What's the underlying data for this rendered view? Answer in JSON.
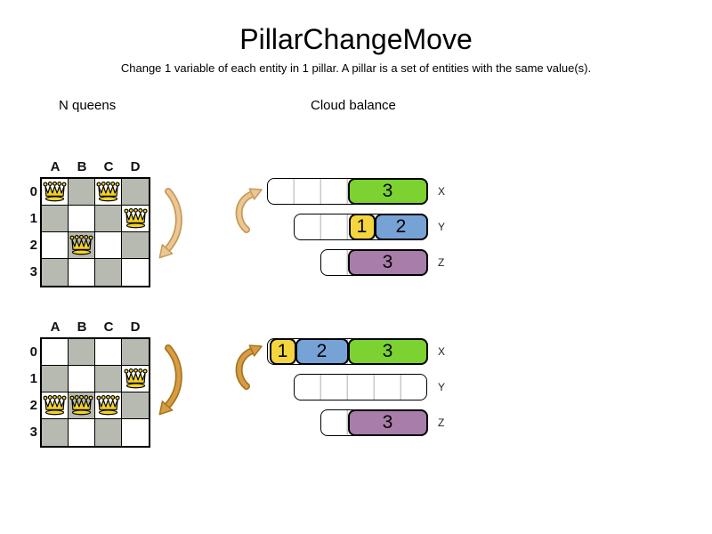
{
  "page": {
    "title": "PillarChangeMove",
    "subtitle": "Change 1 variable of each entity in 1 pillar. A pillar is a set of entities with the same value(s)."
  },
  "nqueens": {
    "section_label": "N queens",
    "columns": [
      "A",
      "B",
      "C",
      "D"
    ],
    "rows": [
      "0",
      "1",
      "2",
      "3"
    ],
    "boards": [
      {
        "id": "before",
        "queens": [
          {
            "col": "A",
            "row": "0"
          },
          {
            "col": "C",
            "row": "0"
          },
          {
            "col": "D",
            "row": "1"
          },
          {
            "col": "B",
            "row": "2"
          }
        ]
      },
      {
        "id": "after",
        "queens": [
          {
            "col": "D",
            "row": "1"
          },
          {
            "col": "A",
            "row": "2"
          },
          {
            "col": "B",
            "row": "2"
          },
          {
            "col": "C",
            "row": "2"
          }
        ]
      }
    ]
  },
  "cloudbalance": {
    "section_label": "Cloud balance",
    "states": [
      {
        "id": "before",
        "computers": [
          {
            "label": "X",
            "capacity": 6,
            "processes": [
              {
                "value": "3",
                "size": 3,
                "color": "green"
              }
            ]
          },
          {
            "label": "Y",
            "capacity": 5,
            "processes": [
              {
                "value": "1",
                "size": 1,
                "color": "yellow"
              },
              {
                "value": "2",
                "size": 2,
                "color": "blue"
              }
            ]
          },
          {
            "label": "Z",
            "capacity": 4,
            "processes": [
              {
                "value": "3",
                "size": 3,
                "color": "purple"
              }
            ]
          }
        ]
      },
      {
        "id": "after",
        "computers": [
          {
            "label": "X",
            "capacity": 6,
            "processes": [
              {
                "value": "1",
                "size": 1,
                "color": "yellow"
              },
              {
                "value": "2",
                "size": 2,
                "color": "blue"
              },
              {
                "value": "3",
                "size": 3,
                "color": "green"
              }
            ]
          },
          {
            "label": "Y",
            "capacity": 5,
            "processes": []
          },
          {
            "label": "Z",
            "capacity": 4,
            "processes": [
              {
                "value": "3",
                "size": 3,
                "color": "purple"
              }
            ]
          }
        ]
      }
    ]
  },
  "icons": {
    "queen": "queen-crown-icon",
    "move_arrow": "curved-move-arrow-icon"
  },
  "colors": {
    "green": "#7bd231",
    "yellow": "#f4d53f",
    "blue": "#77a2d6",
    "purple": "#a87daa",
    "cell_gray": "#b7bab0",
    "queen_gold": "#f2d226",
    "arrow_light_fill": "#ecc795",
    "arrow_light_outline": "#c69a57",
    "arrow_dark_fill": "#d99c44",
    "arrow_dark_outline": "#a4761e"
  }
}
